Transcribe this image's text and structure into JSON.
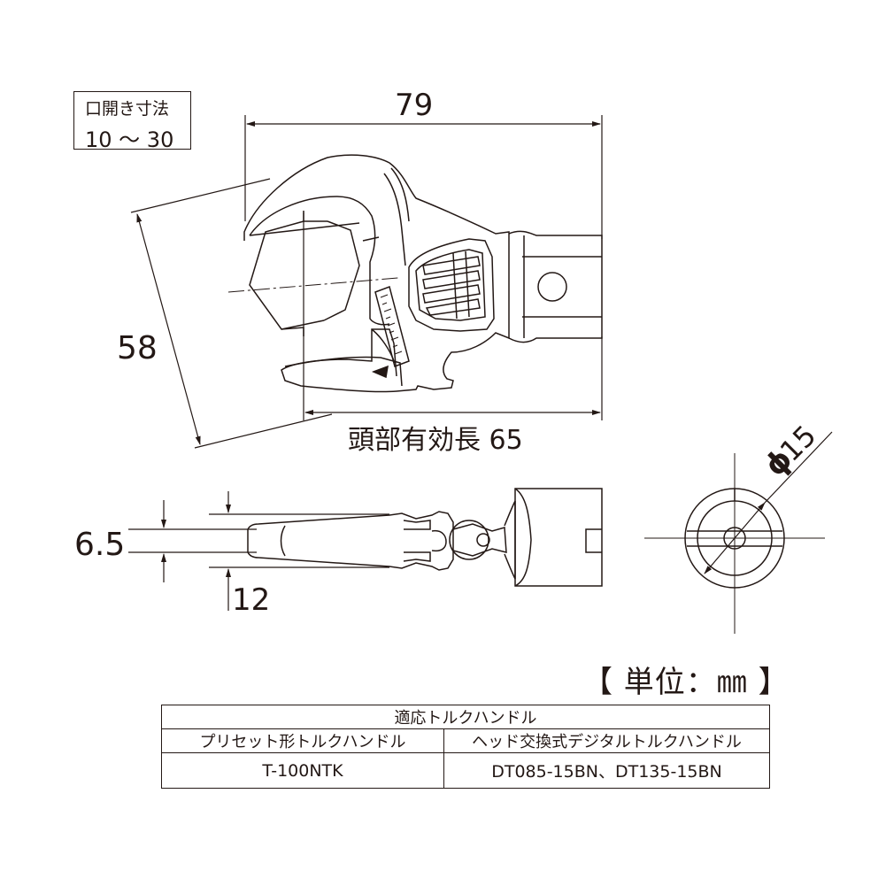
{
  "spec_box": {
    "line1": "口開き寸法",
    "line2": "10 ～ 30"
  },
  "dimensions": {
    "overall_length": "79",
    "height": "58",
    "head_effective_length": "頭部有効長 65",
    "thickness_tip": "6.5",
    "thickness_body": "12",
    "diameter": "15",
    "diameter_symbol": "ϕ"
  },
  "unit_label": "【 単位：㎜ 】",
  "table": {
    "header": "適応トルクハンドル",
    "columns": [
      "プリセット形トルクハンドル",
      "ヘッド交換式デジタルトルクハンドル"
    ],
    "rows": [
      [
        "T-100NTK",
        "DT085-15BN、DT135-15BN"
      ]
    ]
  },
  "colors": {
    "line": "#231815",
    "background": "#ffffff"
  }
}
